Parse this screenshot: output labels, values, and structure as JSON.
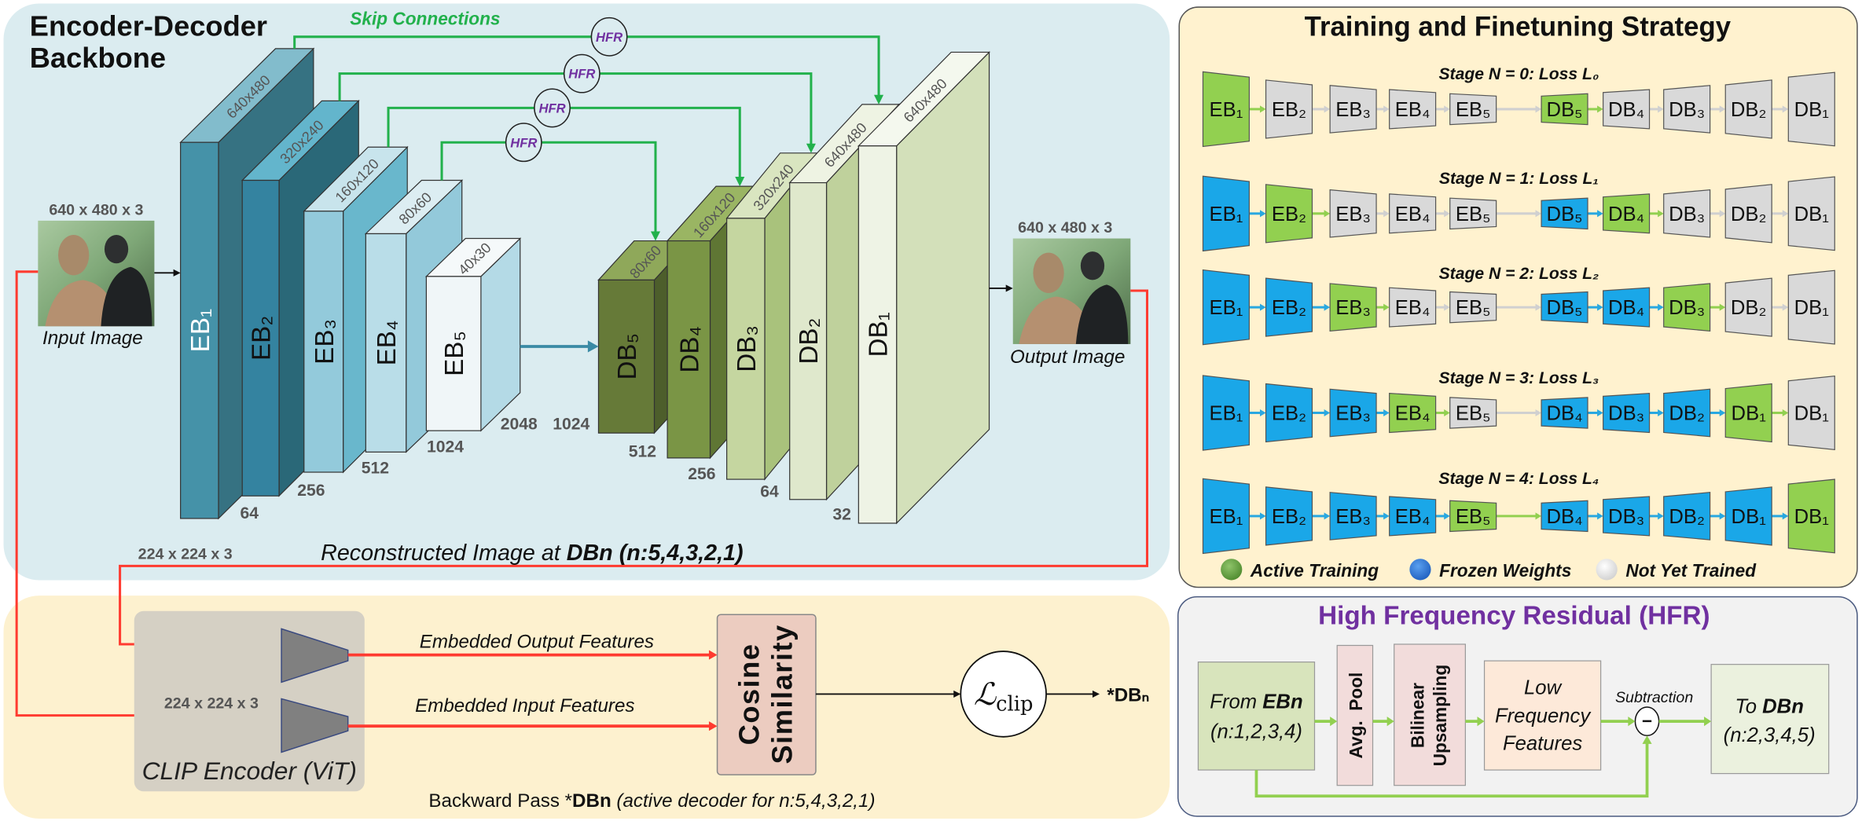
{
  "backbone": {
    "title_line1": "Encoder-Decoder",
    "title_line2": "Backbone",
    "skip_label": "Skip Connections",
    "hfr_label": "HFR",
    "input": {
      "size": "640 x 480 x 3",
      "label": "Input Image"
    },
    "output": {
      "size": "640 x 480 x 3",
      "label": "Output Image"
    },
    "encoder": [
      {
        "name": "EB₁",
        "resolution": "640x480",
        "channels": "64"
      },
      {
        "name": "EB₂",
        "resolution": "320x240",
        "channels": "256"
      },
      {
        "name": "EB₃",
        "resolution": "160x120",
        "channels": "512"
      },
      {
        "name": "EB₄",
        "resolution": "80x60",
        "channels": "1024"
      },
      {
        "name": "EB₅",
        "resolution": "40x30",
        "channels": "2048"
      }
    ],
    "decoder": [
      {
        "name": "DB₅",
        "resolution": "80x60",
        "channels": "1024"
      },
      {
        "name": "DB₄",
        "resolution": "160x120",
        "channels": "512"
      },
      {
        "name": "DB₃",
        "resolution": "320x240",
        "channels": "256"
      },
      {
        "name": "DB₂",
        "resolution": "640x480",
        "channels": "64"
      },
      {
        "name": "DB₁",
        "resolution": "640x480",
        "channels": "32"
      }
    ],
    "clip_input_size": "224 x 224 x 3",
    "reconstructed": {
      "prefix": "Reconstructed Image at ",
      "bold": "DBn",
      "suffix": " (n:5,4,3,2,1)"
    }
  },
  "clip_loss": {
    "encoder_size": "224 x 224 x 3",
    "encoder_label": "CLIP Encoder (ViT)",
    "output_features": "Embedded Output Features",
    "input_features": "Embedded Input Features",
    "cosine_line1": "Cosine",
    "cosine_line2": "Similarity",
    "loss_symbol": "ℒ",
    "loss_subscript": "clip",
    "target": "*DBₙ",
    "backward": {
      "prefix": "Backward Pass *",
      "bold": "DBn",
      "suffix": "  (active decoder for n:5,4,3,2,1)"
    }
  },
  "strategy": {
    "title": "Training and Finetuning Strategy",
    "stages": [
      {
        "label": "Stage N = 0: Loss L₀",
        "blocks": [
          [
            "EB₁",
            "active"
          ],
          [
            "EB₂",
            "untrained"
          ],
          [
            "EB₃",
            "untrained"
          ],
          [
            "EB₄",
            "untrained"
          ],
          [
            "EB₅",
            "untrained"
          ],
          [
            "DB₅",
            "active"
          ],
          [
            "DB₄",
            "untrained"
          ],
          [
            "DB₃",
            "untrained"
          ],
          [
            "DB₂",
            "untrained"
          ],
          [
            "DB₁",
            "untrained"
          ]
        ]
      },
      {
        "label": "Stage N = 1:  Loss L₁",
        "blocks": [
          [
            "EB₁",
            "frozen"
          ],
          [
            "EB₂",
            "active"
          ],
          [
            "EB₃",
            "untrained"
          ],
          [
            "EB₄",
            "untrained"
          ],
          [
            "EB₅",
            "untrained"
          ],
          [
            "DB₅",
            "frozen"
          ],
          [
            "DB₄",
            "active"
          ],
          [
            "DB₃",
            "untrained"
          ],
          [
            "DB₂",
            "untrained"
          ],
          [
            "DB₁",
            "untrained"
          ]
        ]
      },
      {
        "label": "Stage N = 2:  Loss L₂",
        "blocks": [
          [
            "EB₁",
            "frozen"
          ],
          [
            "EB₂",
            "frozen"
          ],
          [
            "EB₃",
            "active"
          ],
          [
            "EB₄",
            "untrained"
          ],
          [
            "EB₅",
            "untrained"
          ],
          [
            "DB₅",
            "frozen"
          ],
          [
            "DB₄",
            "frozen"
          ],
          [
            "DB₃",
            "active"
          ],
          [
            "DB₂",
            "untrained"
          ],
          [
            "DB₁",
            "untrained"
          ]
        ]
      },
      {
        "label": "Stage N = 3:  Loss L₃",
        "blocks": [
          [
            "EB₁",
            "frozen"
          ],
          [
            "EB₂",
            "frozen"
          ],
          [
            "EB₃",
            "frozen"
          ],
          [
            "EB₄",
            "active"
          ],
          [
            "EB₅",
            "untrained"
          ],
          [
            "DB₄",
            "frozen"
          ],
          [
            "DB₃",
            "frozen"
          ],
          [
            "DB₂",
            "frozen"
          ],
          [
            "DB₁",
            "active"
          ],
          [
            "DB₁",
            "untrained"
          ]
        ]
      },
      {
        "label": "Stage N = 4:  Loss L₄",
        "blocks": [
          [
            "EB₁",
            "frozen"
          ],
          [
            "EB₂",
            "frozen"
          ],
          [
            "EB₃",
            "frozen"
          ],
          [
            "EB₄",
            "frozen"
          ],
          [
            "EB₅",
            "active"
          ],
          [
            "DB₄",
            "frozen"
          ],
          [
            "DB₃",
            "frozen"
          ],
          [
            "DB₂",
            "frozen"
          ],
          [
            "DB₁",
            "frozen"
          ],
          [
            "DB₁",
            "active"
          ]
        ]
      }
    ],
    "legend": [
      {
        "state": "active",
        "label": "Active Training"
      },
      {
        "state": "frozen",
        "label": "Frozen Weights"
      },
      {
        "state": "untrained",
        "label": "Not Yet Trained"
      }
    ]
  },
  "hfr": {
    "title": "High Frequency Residual (HFR)",
    "from": {
      "prefix": "From ",
      "bold": "EBn",
      "range": "(n:1,2,3,4)"
    },
    "avg_pool": "Avg.  Pool",
    "bilinear_line1": "Bilinear",
    "bilinear_line2": "Upsampling",
    "low_freq": [
      "Low",
      "Frequency",
      "Features"
    ],
    "subtraction": "Subtraction",
    "minus": "−",
    "to": {
      "prefix": "To ",
      "bold": "DBn",
      "range": "(n:2,3,4,5)"
    }
  },
  "colors": {
    "active": "#92d050",
    "frozen": "#1aa7e8",
    "untrained": "#d9d9d9",
    "skip": "#22b14c",
    "hfr_text": "#7030a0",
    "clip_path": "#ff3b30"
  }
}
